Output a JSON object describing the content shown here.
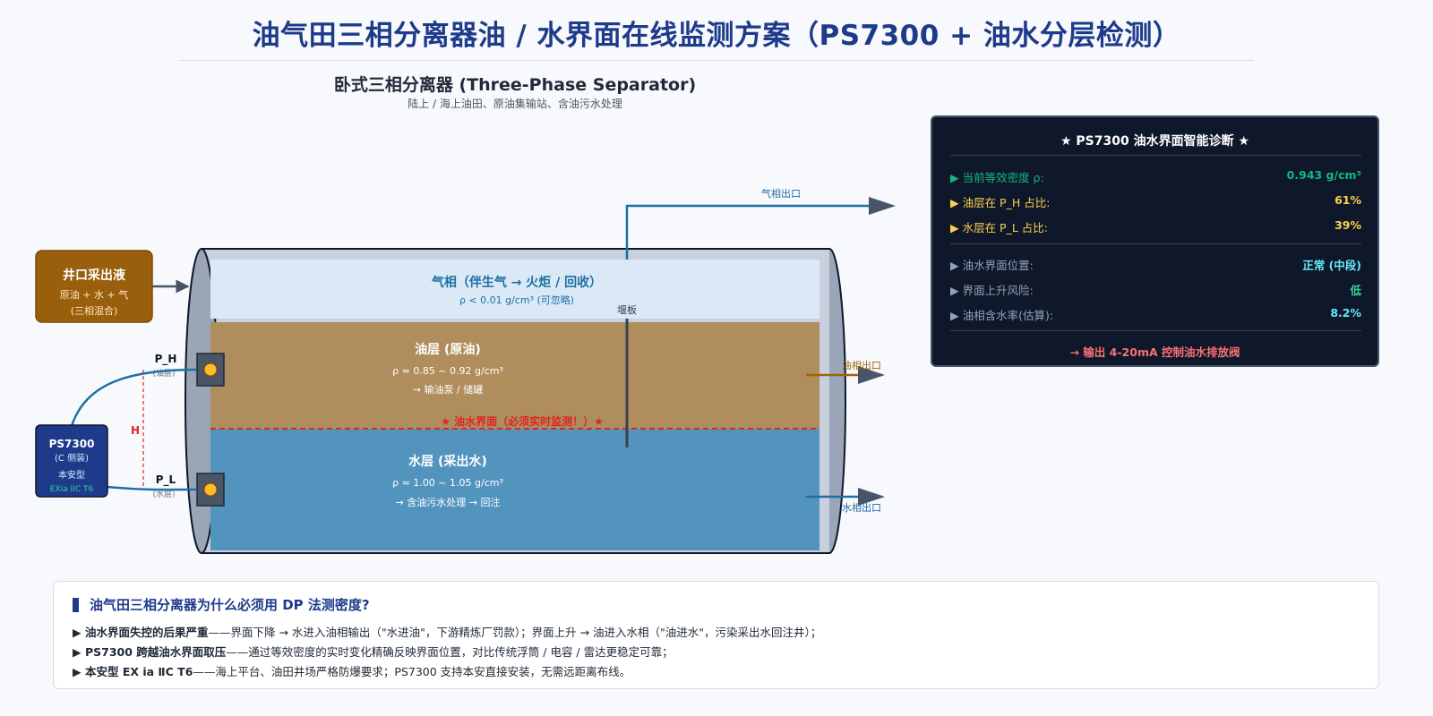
{
  "title": "油气田三相分离器油 / 水界面在线监测方案（PS7300 + 油水分层检测）",
  "separator": {
    "title": "卧式三相分离器 (Three-Phase Separator)",
    "subtitle": "陆上 / 海上油田、原油集输站、含油污水处理"
  },
  "inlet": {
    "title": "井口采出液",
    "line1": "原油 + 水 + 气",
    "line2": "(三相混合)"
  },
  "transmitter": {
    "name": "PS7300",
    "mount": "(C 侧装)",
    "type": "本安型",
    "rating": "EXia IIC T6"
  },
  "ports": {
    "high_label": "P_H",
    "high_sub": "(油层)",
    "low_label": "P_L",
    "low_sub": "(水层)",
    "height_label": "H"
  },
  "phases": {
    "gas_title": "气相（伴生气 → 火炬 / 回收）",
    "gas_density": "ρ < 0.01 g/cm³ (可忽略)",
    "oil_title": "油层 (原油)",
    "oil_density": "ρ ≈ 0.85 ~ 0.92 g/cm³",
    "oil_dest": "→ 输油泵 / 储罐",
    "interface": "★ 油水界面（必须实时监测！）★",
    "water_title": "水层 (采出水)",
    "water_density": "ρ ≈ 1.00 ~ 1.05 g/cm³",
    "water_dest": "→ 含油污水处理 → 回注",
    "weir": "堰板"
  },
  "outlets": {
    "gas": "气相出口",
    "oil": "油相出口",
    "water": "水相出口"
  },
  "panel": {
    "title": "★ PS7300 油水界面智能诊断 ★",
    "rows": [
      {
        "label": "▶ 当前等效密度 ρ:",
        "value": "0.943 g/cm³",
        "color": "#10b981"
      },
      {
        "label": "▶ 油层在 P_H 占比:",
        "value": "61%",
        "color": "#fcd34d"
      },
      {
        "label": "▶ 水层在 P_L 占比:",
        "value": "39%",
        "color": "#fcd34d"
      },
      {
        "label": "▶ 油水界面位置:",
        "value": "正常 (中段)",
        "color": "#67e8f9"
      },
      {
        "label": "▶ 界面上升风险:",
        "value": "低",
        "color": "#34d399"
      },
      {
        "label": "▶ 油相含水率(估算):",
        "value": "8.2%",
        "color": "#67e8f9"
      }
    ],
    "footer": "→ 输出 4-20mA 控制油水排放阀"
  },
  "why": {
    "title": "油气田三相分离器为什么必须用 DP 法测密度?",
    "lines": [
      {
        "bold": "▶ 油水界面失控的后果严重",
        "text": "——界面下降 → 水进入油相输出（\"水进油\"，下游精炼厂罚款）；界面上升 → 油进入水相（\"油进水\"，污染采出水回注井）；"
      },
      {
        "bold": "▶ PS7300 跨越油水界面取压",
        "text": "——通过等效密度的实时变化精确反映界面位置，对比传统浮筒 / 电容 / 雷达更稳定可靠；"
      },
      {
        "bold": "▶ 本安型 EX ia ⅡC T6",
        "text": "——海上平台、油田井场严格防爆要求；PS7300 支持本安直接安装，无需远距离布线。"
      }
    ]
  },
  "colors": {
    "title": "#1e3a8a",
    "gas_phase": "#dbe8f5",
    "oil_phase": "#b08d5c",
    "water_phase": "#5394bf",
    "interface": "#dc2626",
    "inlet_box": "#9a5f0c",
    "transmitter_box": "#1e3a8a"
  }
}
